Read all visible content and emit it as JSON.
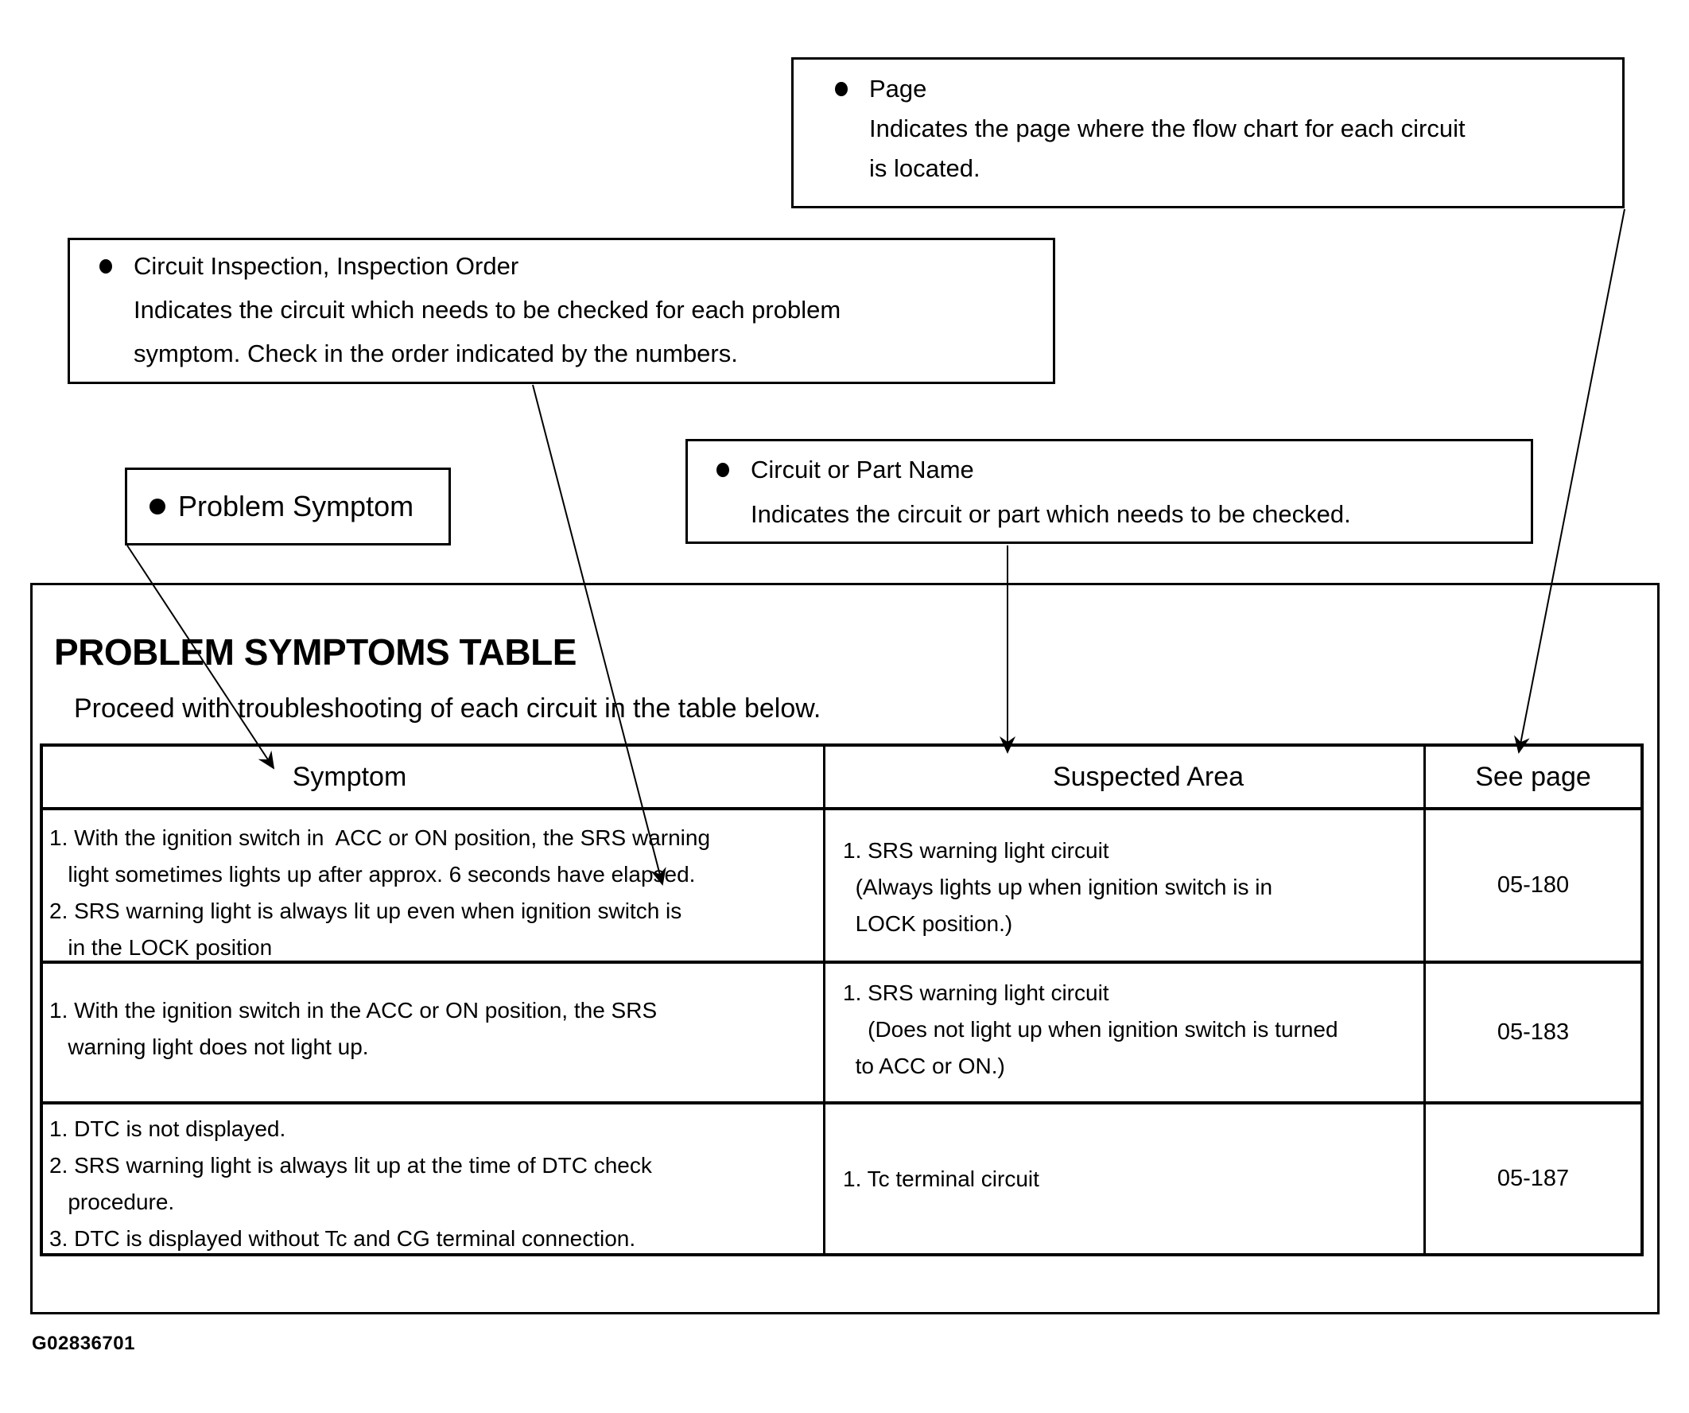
{
  "callouts": {
    "page": {
      "title": "Page",
      "description": "Indicates the page where the flow chart for each circuit\nis located."
    },
    "circuit_inspection": {
      "title": "Circuit Inspection, Inspection Order",
      "description": "Indicates the circuit which needs to be checked for each problem\nsymptom. Check in the order indicated by the numbers."
    },
    "problem_symptom": {
      "title": "Problem Symptom"
    },
    "circuit_or_part_name": {
      "title": "Circuit or Part Name",
      "description": "Indicates the circuit or part which needs to be checked."
    }
  },
  "main": {
    "title": "PROBLEM SYMPTOMS TABLE",
    "intro": "Proceed with troubleshooting of each circuit in the table below.",
    "table": {
      "headers": {
        "symptom": "Symptom",
        "suspected_area": "Suspected Area",
        "see_page": "See page"
      },
      "rows": [
        {
          "symptom": "1. With the ignition switch in  ACC or ON position, the SRS warning\n   light sometimes lights up after approx. 6 seconds have elapsed.\n2. SRS warning light is always lit up even when ignition switch is\n   in the LOCK position",
          "suspected_area": "1. SRS warning light circuit\n  (Always lights up when ignition switch is in\n  LOCK position.)",
          "see_page": "05-180"
        },
        {
          "symptom": "1. With the ignition switch in the ACC or ON position, the SRS\n   warning light does not light up.",
          "suspected_area": "1. SRS warning light circuit\n    (Does not light up when ignition switch is turned\n  to ACC or ON.)",
          "see_page": "05-183"
        },
        {
          "symptom": "1. DTC is not displayed.\n2. SRS warning light is always lit up at the time of DTC check\n   procedure.\n3. DTC is displayed without Tc and CG terminal connection.",
          "suspected_area": "1. Tc terminal circuit",
          "see_page": "05-187"
        }
      ]
    }
  },
  "footer": {
    "figure_code": "G02836701"
  }
}
